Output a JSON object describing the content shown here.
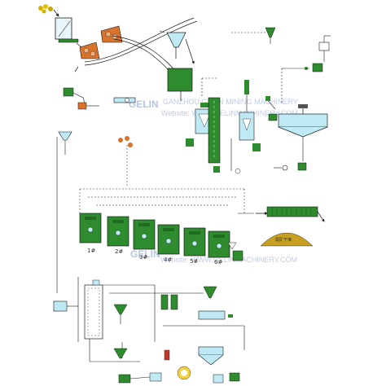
{
  "watermark": {
    "brand": "GELIN",
    "company_top": "GANZHOU GELIN MINING MACHINERY",
    "website_top": "Website: WWW.GELINMACHINERY.COM",
    "website_bottom": "Website: WWW.GELINMACHINERY.COM"
  },
  "flotation": {
    "tank_labels": [
      "1#",
      "2#",
      "3#",
      "4#",
      "5#",
      "6#"
    ]
  },
  "tailings": {
    "pile_label": "尾矿干堆"
  },
  "colors": {
    "equipment_green": "#2e8b2e",
    "crusher_orange": "#d9732b",
    "cyan": "#bfe9f5",
    "line": "#1a1a1a"
  }
}
